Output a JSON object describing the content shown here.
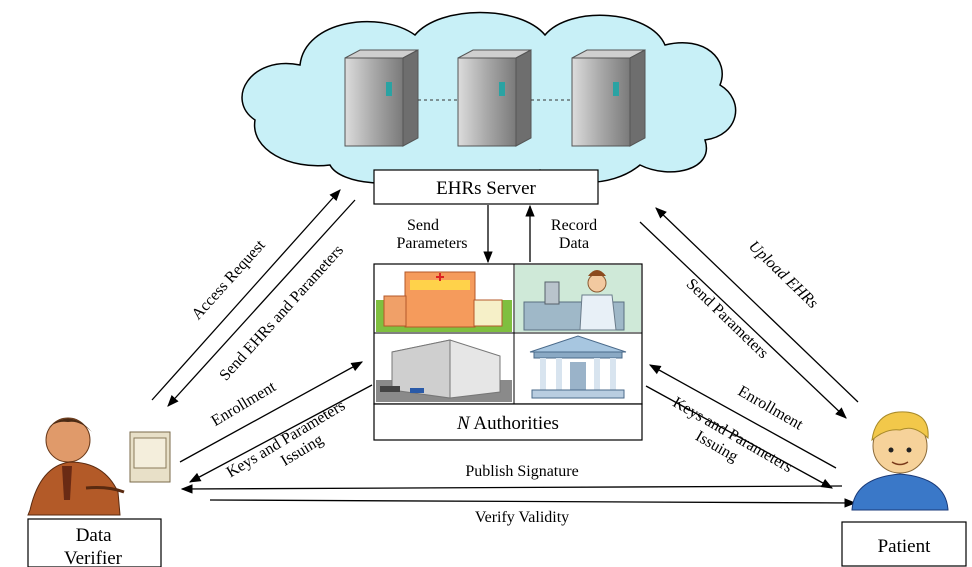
{
  "server_box": {
    "label": "EHRs Server"
  },
  "authorities_box": {
    "italic": "N",
    "label": " Authorities"
  },
  "entities": {
    "verifier": {
      "line1": "Data",
      "line2": "Verifier"
    },
    "patient": {
      "label": "Patient"
    }
  },
  "arrows": {
    "send_params_top": {
      "line1": "Send",
      "line2": "Parameters"
    },
    "record_data": {
      "line1": "Record",
      "line2": "Data"
    },
    "access_request": "Access Request",
    "send_ehrs_params": "Send EHRs and Parameters",
    "enrollment_left": "Enrollment",
    "keys_left": {
      "line1": "Keys and Parameters",
      "line2": "Issuing"
    },
    "upload_ehrs": "Upload EHRs",
    "send_params_right": "Send Parameters",
    "enrollment_right": "Enrollment",
    "keys_right": {
      "line1": "Keys and Parameters",
      "line2": "Issuing"
    },
    "publish_signature": "Publish Signature",
    "verify_validity": "Verify Validity"
  },
  "colors": {
    "cloud_fill": "#c8f0f7",
    "cloud_stroke": "#000000",
    "server_body": "#a9a9a9",
    "server_led": "#2aa3a3"
  }
}
